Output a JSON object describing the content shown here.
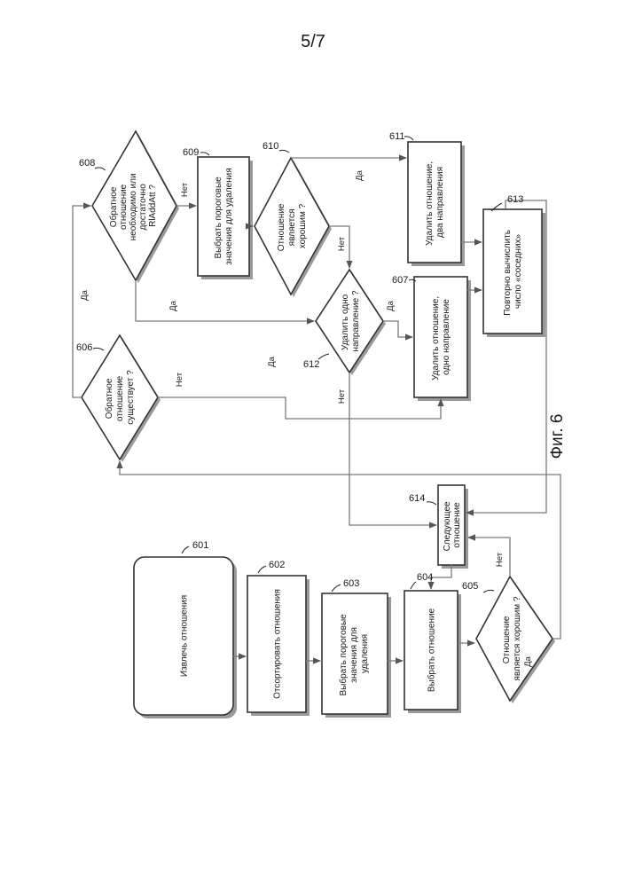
{
  "page_number": "5/7",
  "figure_caption": "Фиг. 6",
  "blocks": {
    "b601": {
      "ref": "601",
      "lines": [
        "Извлечь отношения"
      ]
    },
    "b602": {
      "ref": "602",
      "lines": [
        "Отсортировать отношения"
      ]
    },
    "b603": {
      "ref": "603",
      "lines": [
        "Выбрать пороговые",
        "значения для",
        "удаления"
      ]
    },
    "b604": {
      "ref": "604",
      "lines": [
        "Выбрать отношение"
      ]
    },
    "b605": {
      "ref": "605",
      "lines": [
        "Отношение",
        "является хорошим ?"
      ]
    },
    "b606": {
      "ref": "606",
      "lines": [
        "Обратное",
        "отношение",
        "существует ?"
      ]
    },
    "b607": {
      "ref": "607",
      "lines": [
        "Удалить отношение,",
        "одно направление"
      ]
    },
    "b608": {
      "ref": "608",
      "lines": [
        "Обратное",
        "отношение",
        "необходимо или",
        "достаточно",
        "RlAddAtt ?"
      ]
    },
    "b609": {
      "ref": "609",
      "lines": [
        "Выбрать пороговые",
        "значения для удаления"
      ]
    },
    "b610": {
      "ref": "610",
      "lines": [
        "Отношение",
        "является",
        "хорошим ?"
      ]
    },
    "b611": {
      "ref": "611",
      "lines": [
        "Удалить отношение,",
        "два направления"
      ]
    },
    "b612": {
      "ref": "612",
      "lines": [
        "Удалить одно",
        "направление ?"
      ]
    },
    "b613": {
      "ref": "613",
      "lines": [
        "Повторно вычислить",
        "число «соседних»"
      ]
    },
    "b614": {
      "ref": "614",
      "lines": [
        "Следующее",
        "отношение"
      ]
    }
  },
  "edge_labels": {
    "yes": "Да",
    "no": "Нет"
  }
}
